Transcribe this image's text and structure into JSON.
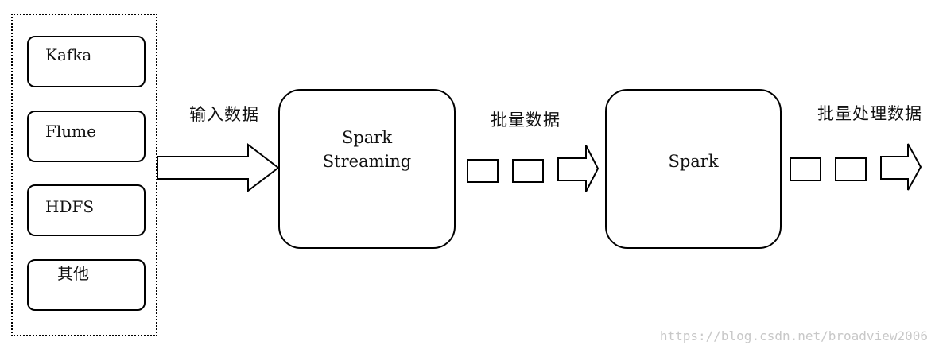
{
  "sources": {
    "items": [
      {
        "label": "Kafka"
      },
      {
        "label": "Flume"
      },
      {
        "label": "HDFS"
      },
      {
        "label": "其他"
      }
    ]
  },
  "captions": {
    "input": "输入数据",
    "batch": "批量数据",
    "processed": "批量处理数据"
  },
  "nodes": {
    "streaming_line1": "Spark",
    "streaming_line2": "Streaming",
    "spark": "Spark"
  },
  "watermark": "https://blog.csdn.net/broadview2006"
}
